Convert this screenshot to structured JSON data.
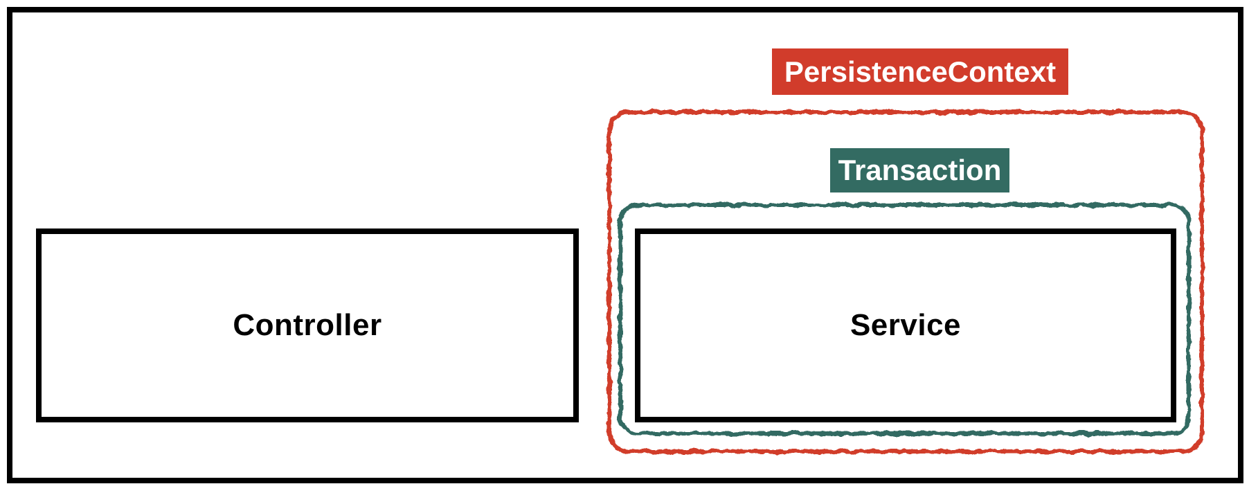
{
  "diagram": {
    "boxes": {
      "controller": {
        "label": "Controller"
      },
      "service": {
        "label": "Service"
      }
    },
    "boundaries": {
      "persistence_context": {
        "label": "PersistenceContext",
        "color": "#d13c2b",
        "text_color": "#ffffff"
      },
      "transaction": {
        "label": "Transaction",
        "color": "#336b62",
        "text_color": "#ffffff"
      }
    },
    "frame": {
      "border_color": "#000000"
    },
    "background_color": "#ffffff"
  }
}
